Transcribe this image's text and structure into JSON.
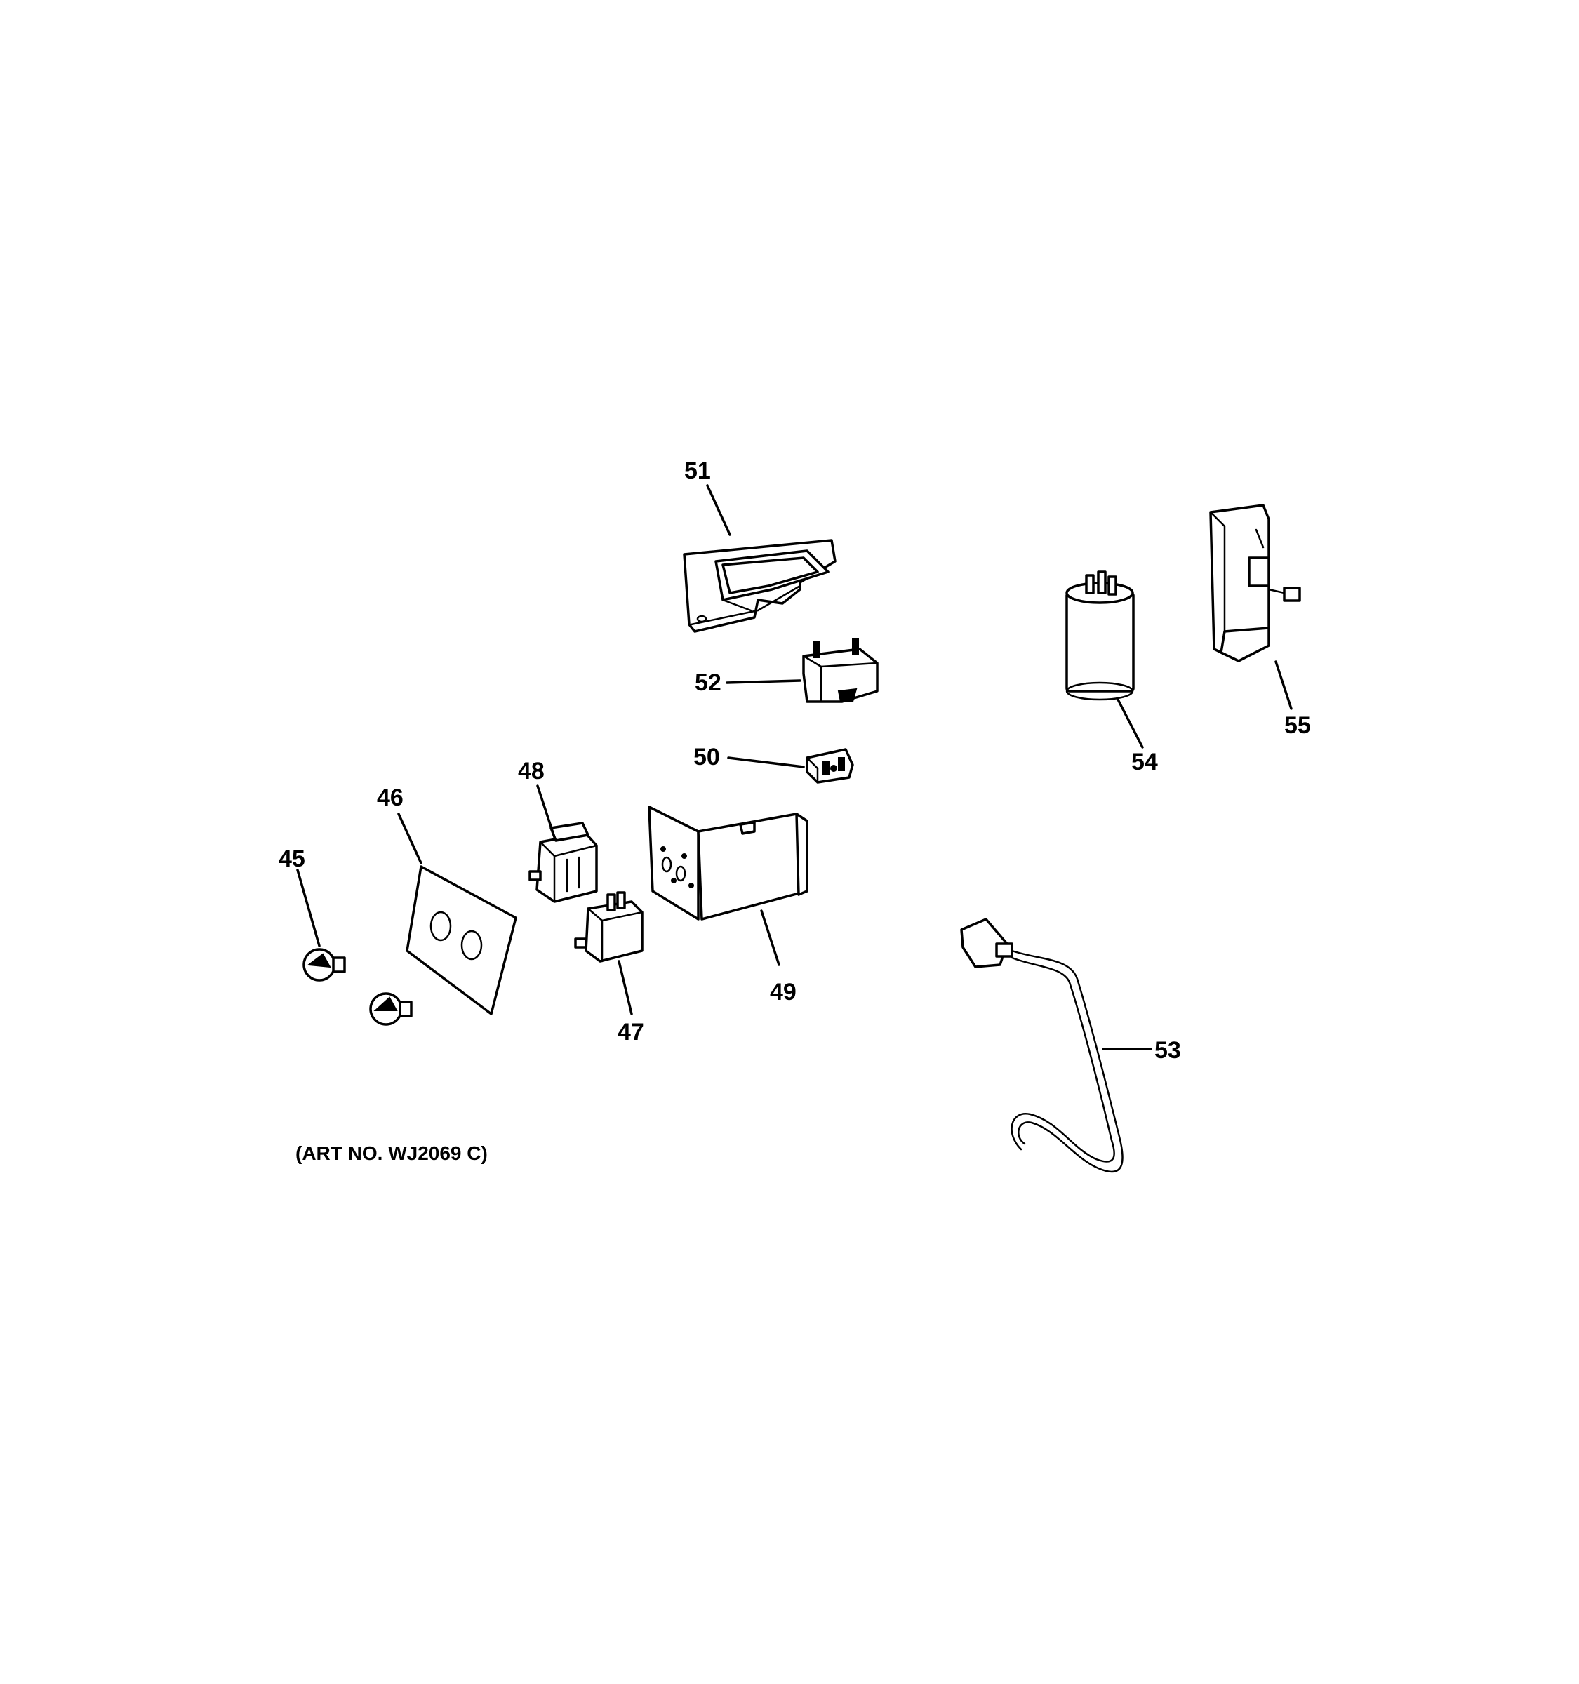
{
  "callouts": {
    "c45": "45",
    "c46": "46",
    "c47": "47",
    "c48": "48",
    "c49": "49",
    "c50": "50",
    "c51": "51",
    "c52": "52",
    "c53": "53",
    "c54": "54",
    "c55": "55"
  },
  "caption": "(ART NO. WJ2069 C)"
}
